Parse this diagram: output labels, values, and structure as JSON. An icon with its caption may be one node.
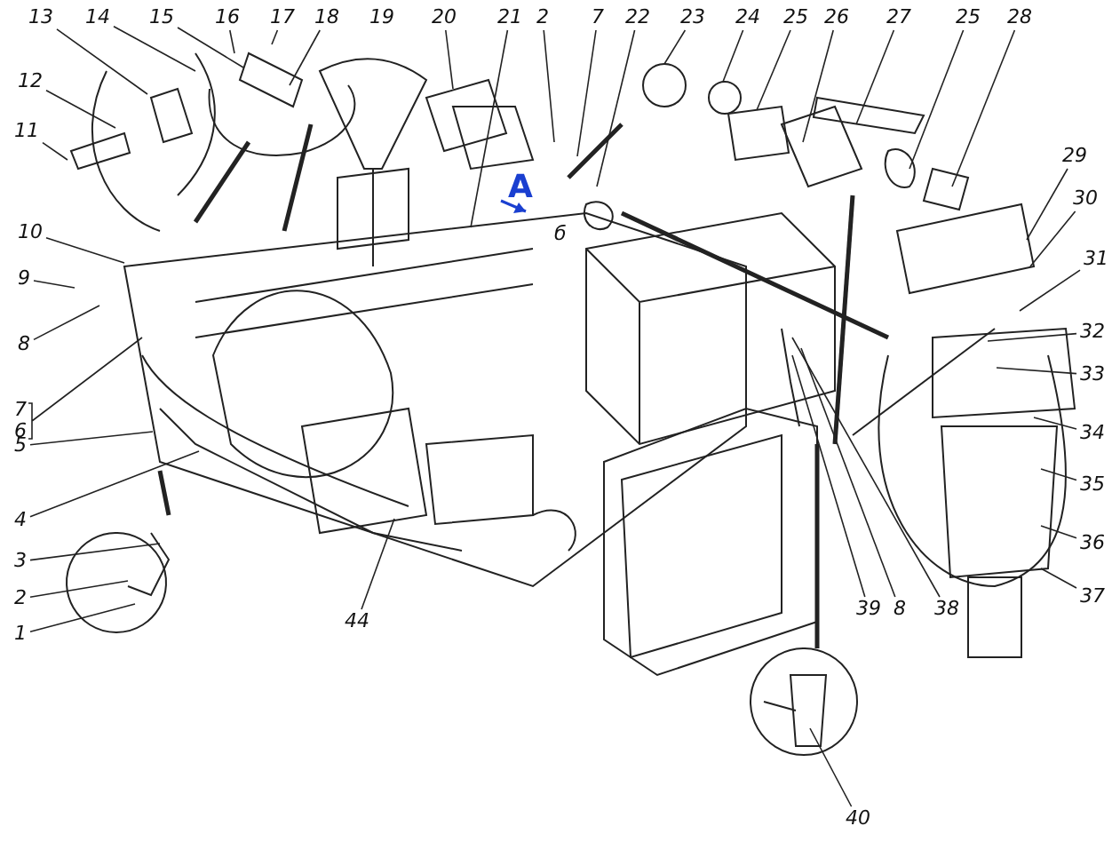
{
  "diagram": {
    "nodes": [
      {
        "text": [
          "13"
        ]
      },
      {
        "text": [
          "14"
        ]
      },
      {
        "text": [
          "15"
        ]
      },
      {
        "text": [
          "16"
        ]
      },
      {
        "text": [
          "17"
        ]
      },
      {
        "text": [
          "18"
        ]
      },
      {
        "text": [
          "20"
        ]
      },
      {
        "text": [
          "21"
        ]
      },
      {
        "text": [
          "2"
        ]
      },
      {
        "text": [
          "7"
        ]
      },
      {
        "text": [
          "22"
        ]
      },
      {
        "text": [
          "23"
        ]
      },
      {
        "text": [
          "24"
        ]
      },
      {
        "text": [
          "25"
        ]
      },
      {
        "text": [
          "26"
        ]
      },
      {
        "text": [
          "27"
        ]
      },
      {
        "text": [
          "25"
        ]
      },
      {
        "text": [
          "28"
        ]
      },
      {
        "text": [
          "12"
        ]
      },
      {
        "text": [
          "11"
        ]
      },
      {
        "text": [
          "10"
        ]
      },
      {
        "text": [
          "9"
        ]
      },
      {
        "text": [
          "8"
        ]
      },
      {
        "text": [
          "7"
        ]
      },
      {
        "text": [
          "6"
        ]
      },
      {
        "text": [
          "5"
        ]
      },
      {
        "text": [
          "4"
        ]
      },
      {
        "text": [
          "3"
        ]
      },
      {
        "text": [
          "2"
        ]
      },
      {
        "text": [
          "1"
        ]
      },
      {
        "text": [
          "29"
        ]
      },
      {
        "text": [
          "30"
        ]
      },
      {
        "text": [
          "31"
        ]
      },
      {
        "text": [
          "32"
        ]
      },
      {
        "text": [
          "33"
        ]
      },
      {
        "text": [
          "34"
        ]
      },
      {
        "text": [
          "35"
        ]
      },
      {
        "text": [
          "36"
        ]
      },
      {
        "text": [
          "37"
        ]
      },
      {
        "text": [
          "44"
        ]
      },
      {
        "text": [
          "39"
        ]
      },
      {
        "text": [
          "8"
        ]
      },
      {
        "text": [
          "38"
        ]
      },
      {
        "text": [
          "40"
        ]
      }
    ],
    "edges": [
      {
        "from": 0,
        "to": null,
        "arrow": "none"
      },
      {
        "from": 1,
        "to": null,
        "arrow": "none"
      },
      {
        "from": 2,
        "to": null,
        "arrow": "none"
      },
      {
        "from": 3,
        "to": null,
        "arrow": "none"
      },
      {
        "from": 4,
        "to": null,
        "arrow": "none"
      },
      {
        "from": 5,
        "to": null,
        "arrow": "none"
      },
      {
        "from": 6,
        "to": null,
        "arrow": "none"
      },
      {
        "from": 7,
        "to": null,
        "arrow": "none"
      },
      {
        "from": 8,
        "to": null,
        "arrow": "none"
      },
      {
        "from": 9,
        "to": null,
        "arrow": "none"
      },
      {
        "from": 10,
        "to": null,
        "arrow": "none"
      },
      {
        "from": 11,
        "to": null,
        "arrow": "none"
      },
      {
        "from": 12,
        "to": null,
        "arrow": "none"
      },
      {
        "from": 13,
        "to": null,
        "arrow": "none"
      },
      {
        "from": 14,
        "to": null,
        "arrow": "none"
      },
      {
        "from": 15,
        "to": null,
        "arrow": "none"
      },
      {
        "from": 16,
        "to": null,
        "arrow": "none"
      },
      {
        "from": 17,
        "to": null,
        "arrow": "none"
      },
      {
        "from": 18,
        "to": null,
        "arrow": "none"
      },
      {
        "from": 19,
        "to": null,
        "arrow": "none"
      },
      {
        "from": 20,
        "to": null,
        "arrow": "none"
      },
      {
        "from": 21,
        "to": null,
        "arrow": "none"
      },
      {
        "from": 22,
        "to": null,
        "arrow": "none"
      },
      {
        "from": 23,
        "to": null,
        "arrow": "none"
      },
      {
        "from": 24,
        "to": null,
        "arrow": "none"
      },
      {
        "from": 25,
        "to": null,
        "arrow": "none"
      },
      {
        "from": 26,
        "to": null,
        "arrow": "none"
      },
      {
        "from": 27,
        "to": null,
        "arrow": "none"
      },
      {
        "from": 28,
        "to": null,
        "arrow": "none"
      },
      {
        "from": 29,
        "to": null,
        "arrow": "none"
      },
      {
        "from": 30,
        "to": null,
        "arrow": "none"
      },
      {
        "from": 31,
        "to": null,
        "arrow": "none"
      },
      {
        "from": 32,
        "to": null,
        "arrow": "none"
      },
      {
        "from": 33,
        "to": null,
        "arrow": "none"
      },
      {
        "from": 34,
        "to": null,
        "arrow": "none"
      },
      {
        "from": 35,
        "to": null,
        "arrow": "none"
      },
      {
        "from": 36,
        "to": null,
        "arrow": "none"
      },
      {
        "from": 37,
        "to": null,
        "arrow": "none"
      },
      {
        "from": 38,
        "to": null,
        "arrow": "none"
      },
      {
        "from": 39,
        "to": null,
        "arrow": "none"
      },
      {
        "from": 40,
        "to": null,
        "arrow": "none"
      },
      {
        "from": 41,
        "to": null,
        "arrow": "none"
      },
      {
        "from": 42,
        "to": null,
        "arrow": "none"
      },
      {
        "from": 43,
        "to": null,
        "arrow": "none"
      }
    ],
    "labels": [
      "19",
      "A",
      "б"
    ]
  }
}
